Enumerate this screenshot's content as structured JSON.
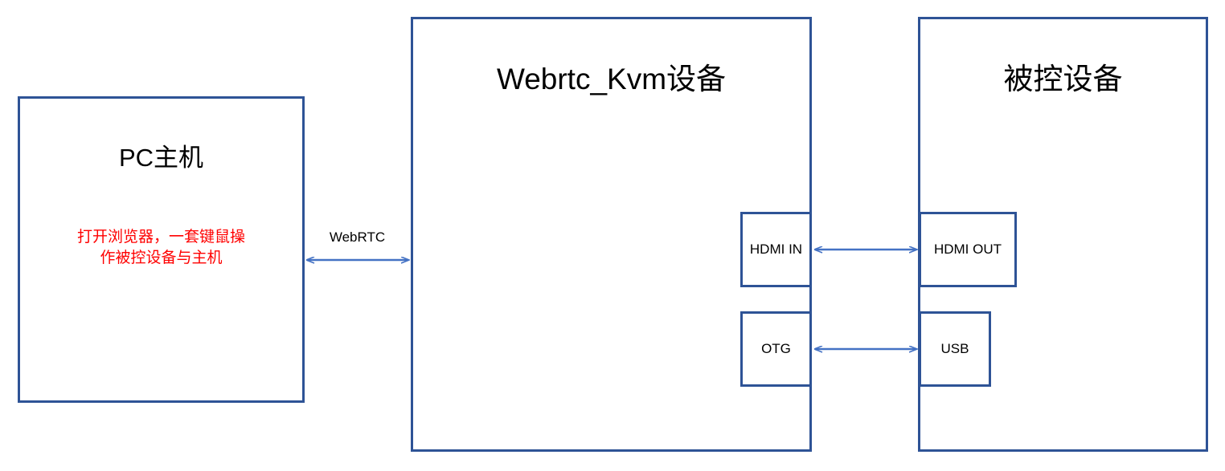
{
  "diagram": {
    "background": "#ffffff",
    "border_color": "#2e5396",
    "arrow_color": "#4472c4",
    "note_color": "#ff0000",
    "text_color": "#000000",
    "nodes": {
      "pc_host": {
        "title": "PC主机",
        "note": "打开浏览器，一套键鼠操作被控设备与主机"
      },
      "kvm_device": {
        "title": "Webrtc_Kvm设备"
      },
      "slave_device": {
        "title": "被控设备"
      }
    },
    "ports": {
      "hdmi_in": "HDMI IN",
      "hdmi_out": "HDMI OUT",
      "otg": "OTG",
      "usb": "USB"
    },
    "connections": {
      "webrtc_link": {
        "label": "WebRTC",
        "from": "PC主机",
        "to": "Webrtc_Kvm设备",
        "direction": "bidirectional"
      },
      "hdmi_link": {
        "label": "",
        "from": "HDMI IN",
        "to": "HDMI OUT",
        "direction": "bidirectional"
      },
      "usb_link": {
        "label": "",
        "from": "OTG",
        "to": "USB",
        "direction": "bidirectional"
      }
    }
  }
}
